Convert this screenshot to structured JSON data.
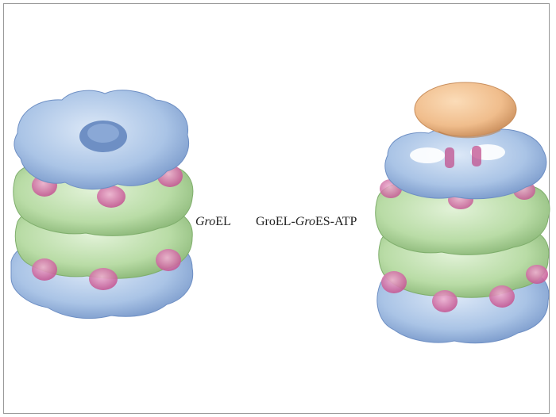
{
  "labels": {
    "left": {
      "parts": [
        "Gro",
        "EL"
      ]
    },
    "right": {
      "parts": [
        "Gro",
        "EL-",
        "Gro",
        "ES-ATP"
      ]
    }
  },
  "colors": {
    "blue_domain": "#aac4e6",
    "blue_shadow": "#6e8fc4",
    "green_domain": "#b9dca6",
    "green_shadow": "#7fae6c",
    "pink_hinge": "#d26fa6",
    "cap": "#f0bd8c",
    "cap_shadow": "#c98e5c",
    "frame": "#9a9a9a"
  }
}
